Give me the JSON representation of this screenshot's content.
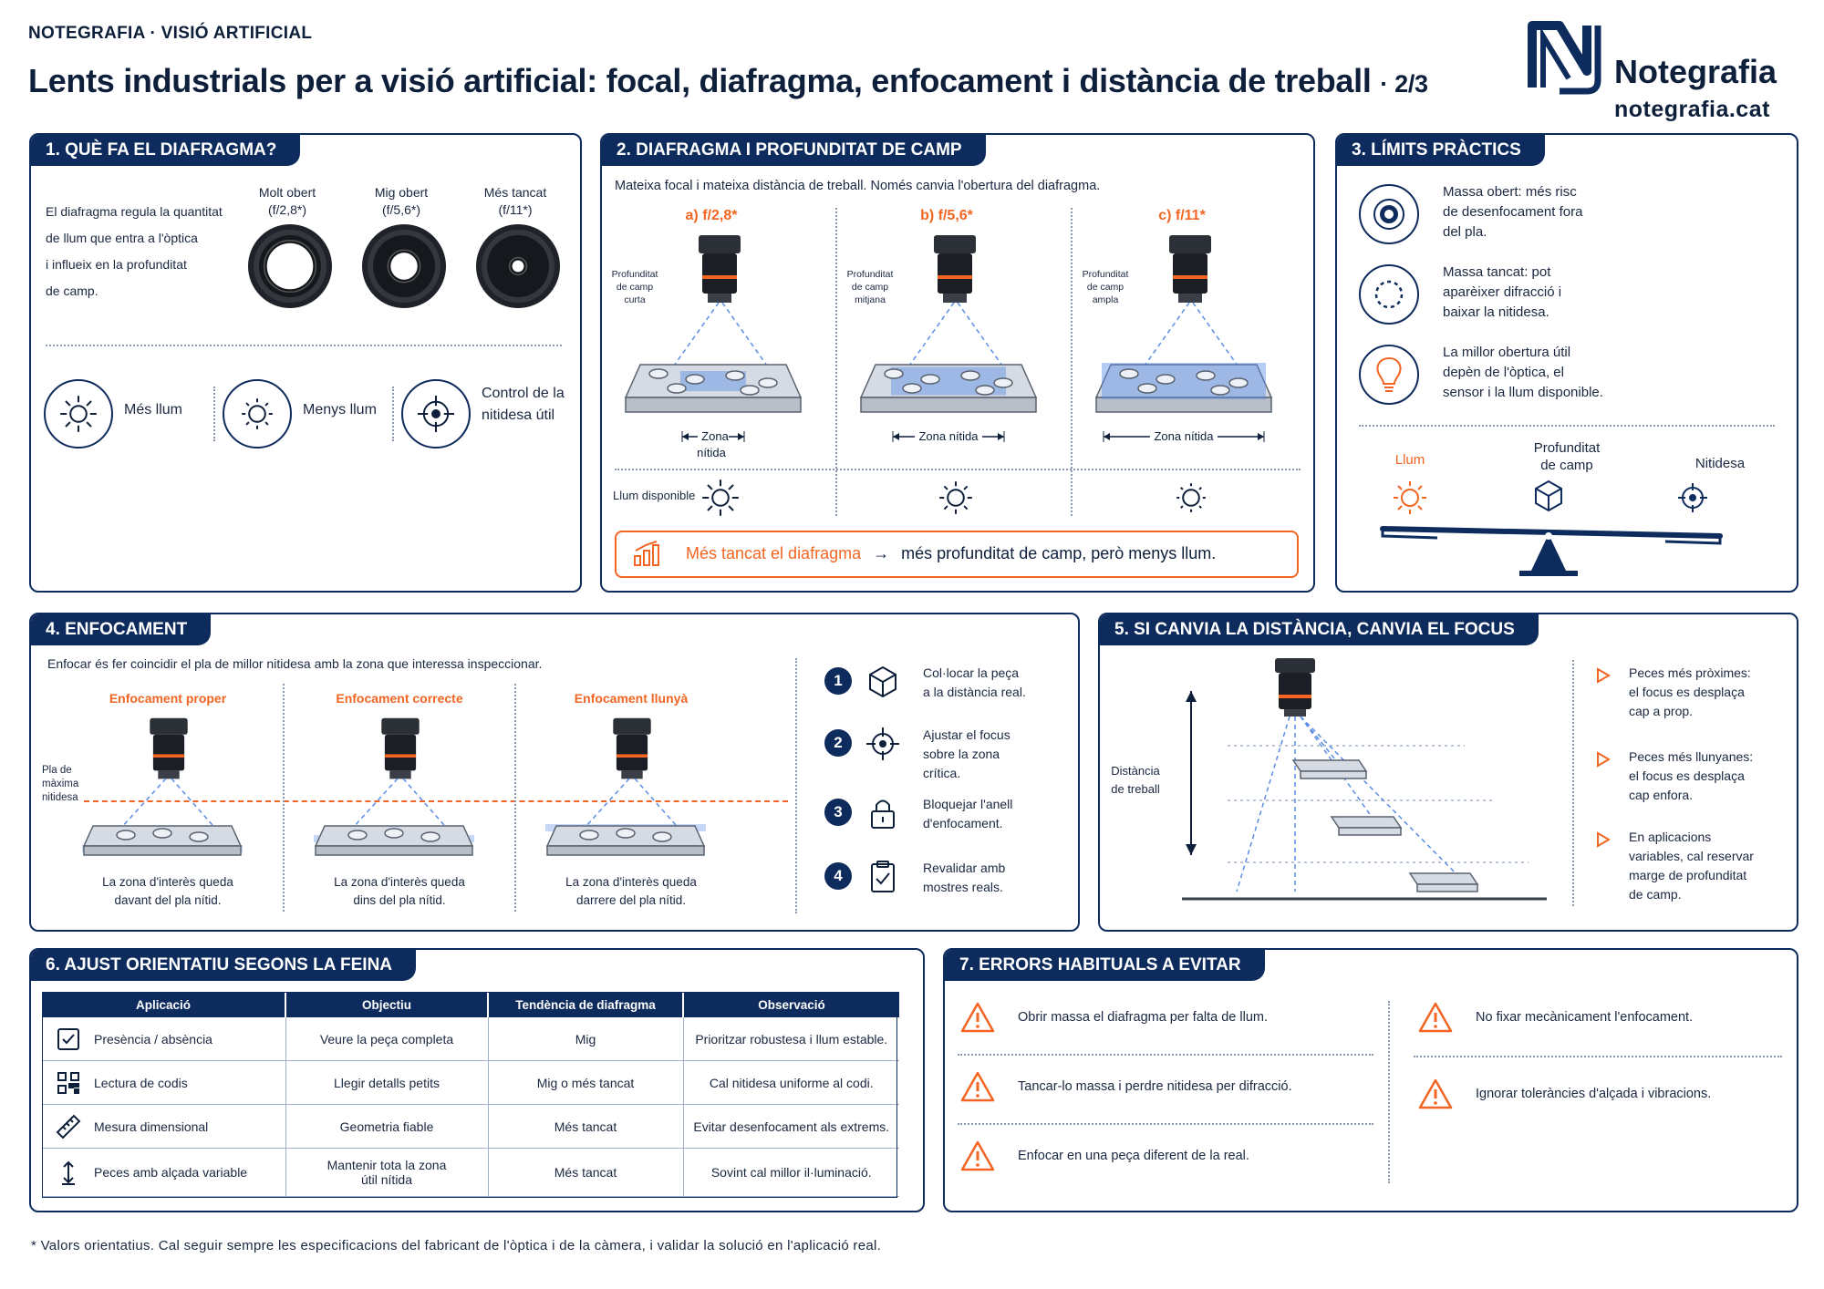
{
  "header": {
    "kicker": "NOTEGRAFIA · VISIÓ ARTIFICIAL",
    "title": "Lents industrials per a visió artificial: focal, diafragma, enfocament i distància de treball",
    "page": "· 2/3",
    "brand_name": "Notegrafia",
    "brand_url": "notegrafia.cat"
  },
  "colors": {
    "navy": "#0d2b5c",
    "orange": "#f26522",
    "blue_zone": "#5b8ee6"
  },
  "p1": {
    "title": "1. QUÈ FA EL DIAFRAGMA?",
    "intro_lines": [
      "El diafragma regula la quantitat",
      "de llum que entra a l'òptica",
      "i influeix en la profunditat",
      "de camp."
    ],
    "apertures": [
      {
        "l1": "Molt obert",
        "l2": "(f/2,8*)",
        "open": 0.55
      },
      {
        "l1": "Mig obert",
        "l2": "(f/5,6*)",
        "open": 0.32
      },
      {
        "l1": "Més tancat",
        "l2": "(f/11*)",
        "open": 0.14
      }
    ],
    "effects": [
      {
        "icon": "sun-large-icon",
        "l1": "Més llum",
        "l2": ""
      },
      {
        "icon": "sun-small-icon",
        "l1": "Menys llum",
        "l2": ""
      },
      {
        "icon": "target-icon",
        "l1": "Control de la",
        "l2": "nitidesa útil"
      }
    ]
  },
  "p2": {
    "title": "2. DIAFRAGMA I PROFUNDITAT DE CAMP",
    "intro": "Mateixa focal i mateixa distància de treball. Només canvia l'obertura del diafragma.",
    "cases": [
      {
        "label": "a) f/2,8*",
        "dof_l1": "Profunditat",
        "dof_l2": "de camp",
        "dof_l3": "curta",
        "zone": "Zona nítida",
        "zone_width": 0.4
      },
      {
        "label": "b) f/5,6*",
        "dof_l1": "Profunditat",
        "dof_l2": "de camp",
        "dof_l3": "mitjana",
        "zone": "Zona nítida",
        "zone_width": 0.7
      },
      {
        "label": "c) f/11*",
        "dof_l1": "Profunditat",
        "dof_l2": "de camp",
        "dof_l3": "ampla",
        "zone": "Zona nítida",
        "zone_width": 1.0
      }
    ],
    "light_label": "Llum disponible",
    "bottom_orange": "Més tancat el diafragma",
    "bottom_rest": "més profunditat de camp, però menys llum."
  },
  "p3": {
    "title": "3. LÍMITS PRÀCTICS",
    "items": [
      {
        "icon": "wide-aperture-icon",
        "lines": [
          "Massa obert: més risc",
          "de desenfocament fora",
          "del pla."
        ]
      },
      {
        "icon": "dashed-circle-icon",
        "lines": [
          "Massa tancat: pot",
          "aparèixer difracció i",
          "baixar la nitidesa."
        ]
      },
      {
        "icon": "light-bulb-icon",
        "lines": [
          "La millor obertura útil",
          "depèn de l'òptica, el",
          "sensor i la llum disponible."
        ]
      }
    ],
    "balance": {
      "left": "Llum",
      "mid_l1": "Profunditat",
      "mid_l2": "de camp",
      "right": "Nitidesa"
    }
  },
  "p4": {
    "title": "4. ENFOCAMENT",
    "intro": "Enfocar és fer coincidir el pla de millor nitidesa amb la zona que interessa inspeccionar.",
    "plane_label": [
      "Pla de",
      "màxima",
      "nitidesa"
    ],
    "cases": [
      {
        "label": "Enfocament proper",
        "c1": "La zona d'interès queda",
        "c2": "davant del pla nítid."
      },
      {
        "label": "Enfocament correcte",
        "c1": "La zona d'interès queda",
        "c2": "dins del pla nítid."
      },
      {
        "label": "Enfocament llunyà",
        "c1": "La zona d'interès queda",
        "c2": "darrere del pla nítid."
      }
    ],
    "steps": [
      {
        "num": "1",
        "icon": "cube-icon",
        "lines": [
          "Col·locar la peça",
          "a la distància real."
        ]
      },
      {
        "num": "2",
        "icon": "crosshair-icon",
        "lines": [
          "Ajustar el focus",
          "sobre la zona",
          "crítica."
        ]
      },
      {
        "num": "3",
        "icon": "lock-icon",
        "lines": [
          "Bloquejar l'anell",
          "d'enfocament."
        ]
      },
      {
        "num": "4",
        "icon": "clipboard-check-icon",
        "lines": [
          "Revalidar amb",
          "mostres reals."
        ]
      }
    ]
  },
  "p5": {
    "title": "5. SI CANVIA LA DISTÀNCIA, CANVIA EL FOCUS",
    "distance_l1": "Distància",
    "distance_l2": "de treball",
    "bullets": [
      {
        "lines": [
          "Peces més pròximes:",
          "el focus es desplaça",
          "cap a prop."
        ]
      },
      {
        "lines": [
          "Peces més llunyanes:",
          "el focus es desplaça",
          "cap enfora."
        ]
      },
      {
        "lines": [
          "En aplicacions",
          "variables, cal reservar",
          "marge de profunditat",
          "de camp."
        ]
      }
    ]
  },
  "p6": {
    "title": "6. AJUST ORIENTATIU SEGONS LA FEINA",
    "headers": [
      "Aplicació",
      "Objectiu",
      "Tendència de diafragma",
      "Observació"
    ],
    "rows": [
      {
        "icon": "checkbox-icon",
        "app": "Presència / absència",
        "goal": "Veure la peça completa",
        "goal2": "",
        "tend": "Mig",
        "obs": "Prioritzar robustesa i llum estable."
      },
      {
        "icon": "qr-code-icon",
        "app": "Lectura de codis",
        "goal": "Llegir detalls petits",
        "goal2": "",
        "tend": "Mig o més tancat",
        "obs": "Cal nitidesa uniforme al codi."
      },
      {
        "icon": "ruler-icon",
        "app": "Mesura dimensional",
        "goal": "Geometria fiable",
        "goal2": "",
        "tend": "Més tancat",
        "obs": "Evitar desenfocament als extrems."
      },
      {
        "icon": "height-arrows-icon",
        "app": "Peces amb alçada variable",
        "goal": "Mantenir tota la zona",
        "goal2": "útil nítida",
        "tend": "Més tancat",
        "obs": "Sovint cal millor il·luminació."
      }
    ]
  },
  "p7": {
    "title": "7. ERRORS HABITUALS A EVITAR",
    "left": [
      "Obrir massa el diafragma per falta de llum.",
      "Tancar-lo massa i perdre nitidesa per difracció.",
      "Enfocar en una peça diferent de la real."
    ],
    "right": [
      "No fixar mecànicament l'enfocament.",
      "Ignorar toleràncies d'alçada i vibracions."
    ]
  },
  "footnote": "*  Valors orientatius. Cal seguir sempre les especificacions del fabricant de l'òptica i de la càmera, i validar la solució en l'aplicació real."
}
